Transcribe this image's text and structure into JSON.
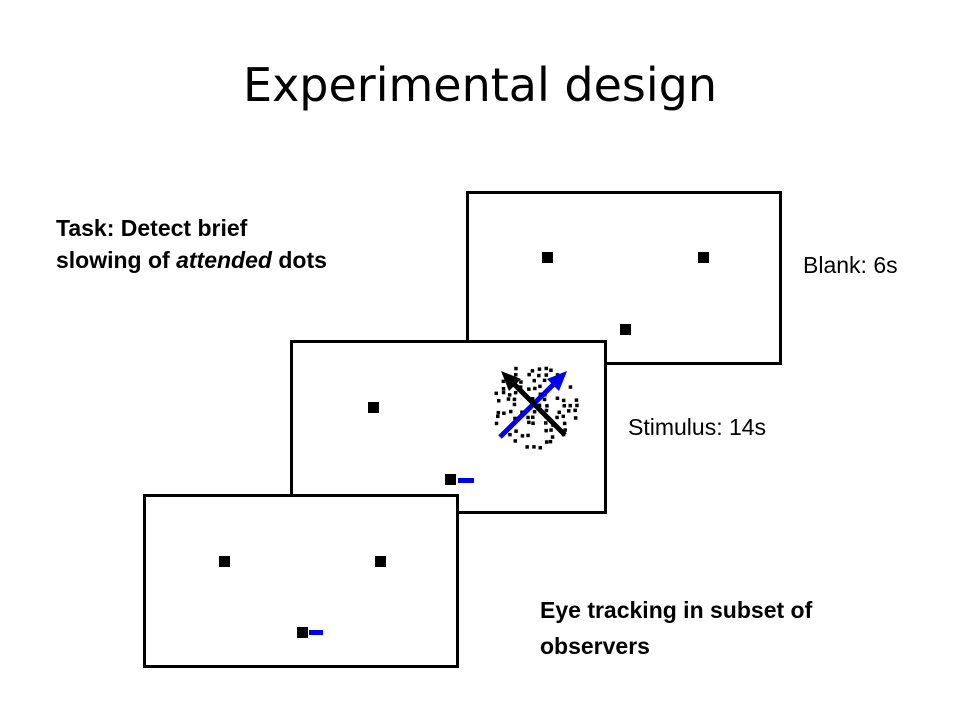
{
  "title": "Experimental design",
  "task": {
    "line1": "Task: Detect brief",
    "line2_prefix": "slowing of ",
    "line2_emphasis": "attended",
    "line2_suffix": " dots"
  },
  "frames": {
    "blank": {
      "label": "Blank: 6s"
    },
    "stimulus": {
      "label": "Stimulus: 14s"
    },
    "eye_tracking": {
      "line1": "Eye tracking in subset of",
      "line2": "observers"
    }
  },
  "colors": {
    "motion_arrow_blue": "#0000ee",
    "motion_arrow_black": "#000000",
    "eye_trace": "#0000ee"
  }
}
